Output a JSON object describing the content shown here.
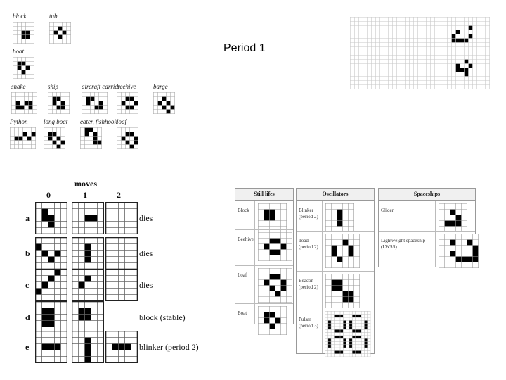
{
  "title": "Period 1",
  "catalog": [
    {
      "label": "block",
      "cells": [
        [
          2,
          2
        ],
        [
          2,
          3
        ],
        [
          3,
          2
        ],
        [
          3,
          3
        ]
      ]
    },
    {
      "label": "tub",
      "cells": [
        [
          1,
          2
        ],
        [
          2,
          1
        ],
        [
          2,
          3
        ],
        [
          3,
          2
        ]
      ]
    },
    {
      "label": "boat",
      "cells": [
        [
          1,
          1
        ],
        [
          1,
          2
        ],
        [
          2,
          1
        ],
        [
          2,
          3
        ],
        [
          3,
          2
        ]
      ]
    },
    {
      "label": "snake",
      "cells": [
        [
          2,
          1
        ],
        [
          3,
          1
        ],
        [
          3,
          2
        ],
        [
          2,
          4
        ],
        [
          2,
          3
        ],
        [
          3,
          4
        ]
      ]
    },
    {
      "label": "ship",
      "cells": [
        [
          1,
          1
        ],
        [
          1,
          2
        ],
        [
          2,
          1
        ],
        [
          2,
          3
        ],
        [
          3,
          2
        ],
        [
          3,
          3
        ]
      ]
    },
    {
      "label": "aircraft carrier",
      "cells": [
        [
          1,
          1
        ],
        [
          1,
          2
        ],
        [
          2,
          1
        ],
        [
          2,
          4
        ],
        [
          3,
          3
        ],
        [
          3,
          4
        ]
      ]
    },
    {
      "label": "beehive",
      "cells": [
        [
          1,
          2
        ],
        [
          1,
          3
        ],
        [
          2,
          1
        ],
        [
          2,
          4
        ],
        [
          3,
          2
        ],
        [
          3,
          3
        ]
      ]
    },
    {
      "label": "barge",
      "cells": [
        [
          1,
          2
        ],
        [
          2,
          1
        ],
        [
          2,
          3
        ],
        [
          3,
          2
        ],
        [
          3,
          4
        ],
        [
          4,
          3
        ]
      ]
    },
    {
      "label": "Python",
      "cells": [
        [
          2,
          1
        ],
        [
          2,
          2
        ],
        [
          1,
          3
        ],
        [
          2,
          4
        ],
        [
          1,
          5
        ],
        [
          1,
          6
        ]
      ]
    },
    {
      "label": "long boat",
      "cells": [
        [
          1,
          1
        ],
        [
          1,
          2
        ],
        [
          2,
          1
        ],
        [
          2,
          3
        ],
        [
          3,
          2
        ],
        [
          3,
          4
        ],
        [
          4,
          3
        ]
      ]
    },
    {
      "label": "eater, fishhook",
      "cells": [
        [
          0,
          1
        ],
        [
          0,
          2
        ],
        [
          1,
          1
        ],
        [
          1,
          3
        ],
        [
          2,
          3
        ],
        [
          3,
          3
        ],
        [
          3,
          4
        ]
      ]
    },
    {
      "label": "loaf",
      "cells": [
        [
          1,
          2
        ],
        [
          1,
          3
        ],
        [
          2,
          1
        ],
        [
          2,
          4
        ],
        [
          3,
          2
        ],
        [
          3,
          4
        ],
        [
          4,
          3
        ]
      ]
    }
  ],
  "gliders": {
    "cells": [
      [
        3,
        25
      ],
      [
        4,
        24
      ],
      [
        5,
        24
      ],
      [
        5,
        25
      ],
      [
        5,
        26
      ],
      [
        5,
        27
      ],
      [
        4,
        28
      ],
      [
        2,
        28
      ],
      [
        10,
        27
      ],
      [
        11,
        28
      ],
      [
        11,
        25
      ],
      [
        12,
        25
      ],
      [
        12,
        26
      ],
      [
        12,
        27
      ],
      [
        13,
        27
      ],
      [
        17,
        26
      ],
      [
        18,
        25
      ],
      [
        19,
        24
      ],
      [
        20,
        24
      ],
      [
        20,
        25
      ],
      [
        20,
        26
      ],
      [
        20,
        27
      ],
      [
        19,
        28
      ],
      [
        17,
        28
      ]
    ]
  },
  "moves": {
    "header": "moves",
    "columns": [
      "0",
      "1",
      "2"
    ],
    "rows": [
      {
        "letter": "a",
        "outcome": "dies",
        "g": [
          [
            [
              1,
              1
            ],
            [
              2,
              1
            ],
            [
              2,
              2
            ],
            [
              3,
              2
            ]
          ],
          [
            [
              2,
              2
            ],
            [
              2,
              3
            ]
          ],
          []
        ]
      },
      {
        "letter": "b",
        "outcome": "dies",
        "g": [
          [
            [
              1,
              0
            ],
            [
              2,
              1
            ],
            [
              2,
              3
            ],
            [
              3,
              2
            ]
          ],
          [
            [
              1,
              2
            ],
            [
              2,
              2
            ],
            [
              3,
              2
            ]
          ],
          []
        ]
      },
      {
        "letter": "c",
        "outcome": "dies",
        "g": [
          [
            [
              0,
              3
            ],
            [
              1,
              2
            ],
            [
              2,
              1
            ],
            [
              3,
              0
            ]
          ],
          [
            [
              1,
              2
            ],
            [
              2,
              1
            ]
          ],
          []
        ]
      },
      {
        "letter": "d",
        "outcome": "block (stable)",
        "g": [
          [
            [
              1,
              1
            ],
            [
              1,
              2
            ],
            [
              2,
              1
            ],
            [
              2,
              2
            ],
            [
              3,
              1
            ],
            [
              3,
              2
            ]
          ],
          [
            [
              1,
              1
            ],
            [
              1,
              2
            ],
            [
              2,
              1
            ],
            [
              2,
              2
            ]
          ],
          null
        ]
      },
      {
        "letter": "e",
        "outcome": "blinker (period 2)",
        "g": [
          [
            [
              2,
              1
            ],
            [
              2,
              2
            ],
            [
              2,
              3
            ]
          ],
          [
            [
              1,
              2
            ],
            [
              2,
              2
            ],
            [
              3,
              2
            ],
            [
              4,
              2
            ]
          ],
          [
            [
              2,
              1
            ],
            [
              2,
              2
            ],
            [
              2,
              3
            ]
          ]
        ]
      }
    ]
  },
  "still_lifes": {
    "header": "Still lifes",
    "items": [
      {
        "label": "Block",
        "cells": [
          [
            1,
            1
          ],
          [
            1,
            2
          ],
          [
            2,
            1
          ],
          [
            2,
            2
          ]
        ]
      },
      {
        "label": "Beehive",
        "cells": [
          [
            1,
            2
          ],
          [
            1,
            3
          ],
          [
            2,
            1
          ],
          [
            2,
            4
          ],
          [
            3,
            2
          ],
          [
            3,
            3
          ]
        ]
      },
      {
        "label": "Loaf",
        "cells": [
          [
            1,
            2
          ],
          [
            1,
            3
          ],
          [
            2,
            1
          ],
          [
            2,
            4
          ],
          [
            3,
            2
          ],
          [
            3,
            4
          ],
          [
            4,
            3
          ]
        ]
      },
      {
        "label": "Boat",
        "cells": [
          [
            1,
            1
          ],
          [
            1,
            2
          ],
          [
            2,
            1
          ],
          [
            2,
            3
          ],
          [
            3,
            2
          ]
        ]
      }
    ]
  },
  "oscillators": {
    "header": "Oscillators",
    "items": [
      {
        "label": "Blinker (period 2)",
        "cells": [
          [
            1,
            2
          ],
          [
            2,
            2
          ],
          [
            3,
            2
          ]
        ]
      },
      {
        "label": "Toad (period 2)",
        "cells": [
          [
            1,
            3
          ],
          [
            2,
            1
          ],
          [
            2,
            4
          ],
          [
            3,
            1
          ],
          [
            3,
            4
          ],
          [
            4,
            2
          ]
        ]
      },
      {
        "label": "Beacon (period 2)",
        "cells": [
          [
            1,
            1
          ],
          [
            1,
            2
          ],
          [
            2,
            1
          ],
          [
            2,
            2
          ],
          [
            3,
            3
          ],
          [
            3,
            4
          ],
          [
            4,
            3
          ],
          [
            4,
            4
          ]
        ]
      },
      {
        "label": "Pulsar (period 3)",
        "cells": []
      }
    ]
  },
  "spaceships": {
    "header": "Spaceships",
    "items": [
      {
        "label": "Glider",
        "cells": [
          [
            1,
            2
          ],
          [
            2,
            3
          ],
          [
            3,
            1
          ],
          [
            3,
            2
          ],
          [
            3,
            3
          ]
        ]
      },
      {
        "label": "Lightweight spaceship (LWSS)",
        "cells": [
          [
            1,
            2
          ],
          [
            1,
            5
          ],
          [
            2,
            6
          ],
          [
            3,
            2
          ],
          [
            3,
            6
          ],
          [
            4,
            3
          ],
          [
            4,
            4
          ],
          [
            4,
            5
          ],
          [
            4,
            6
          ]
        ]
      }
    ]
  }
}
